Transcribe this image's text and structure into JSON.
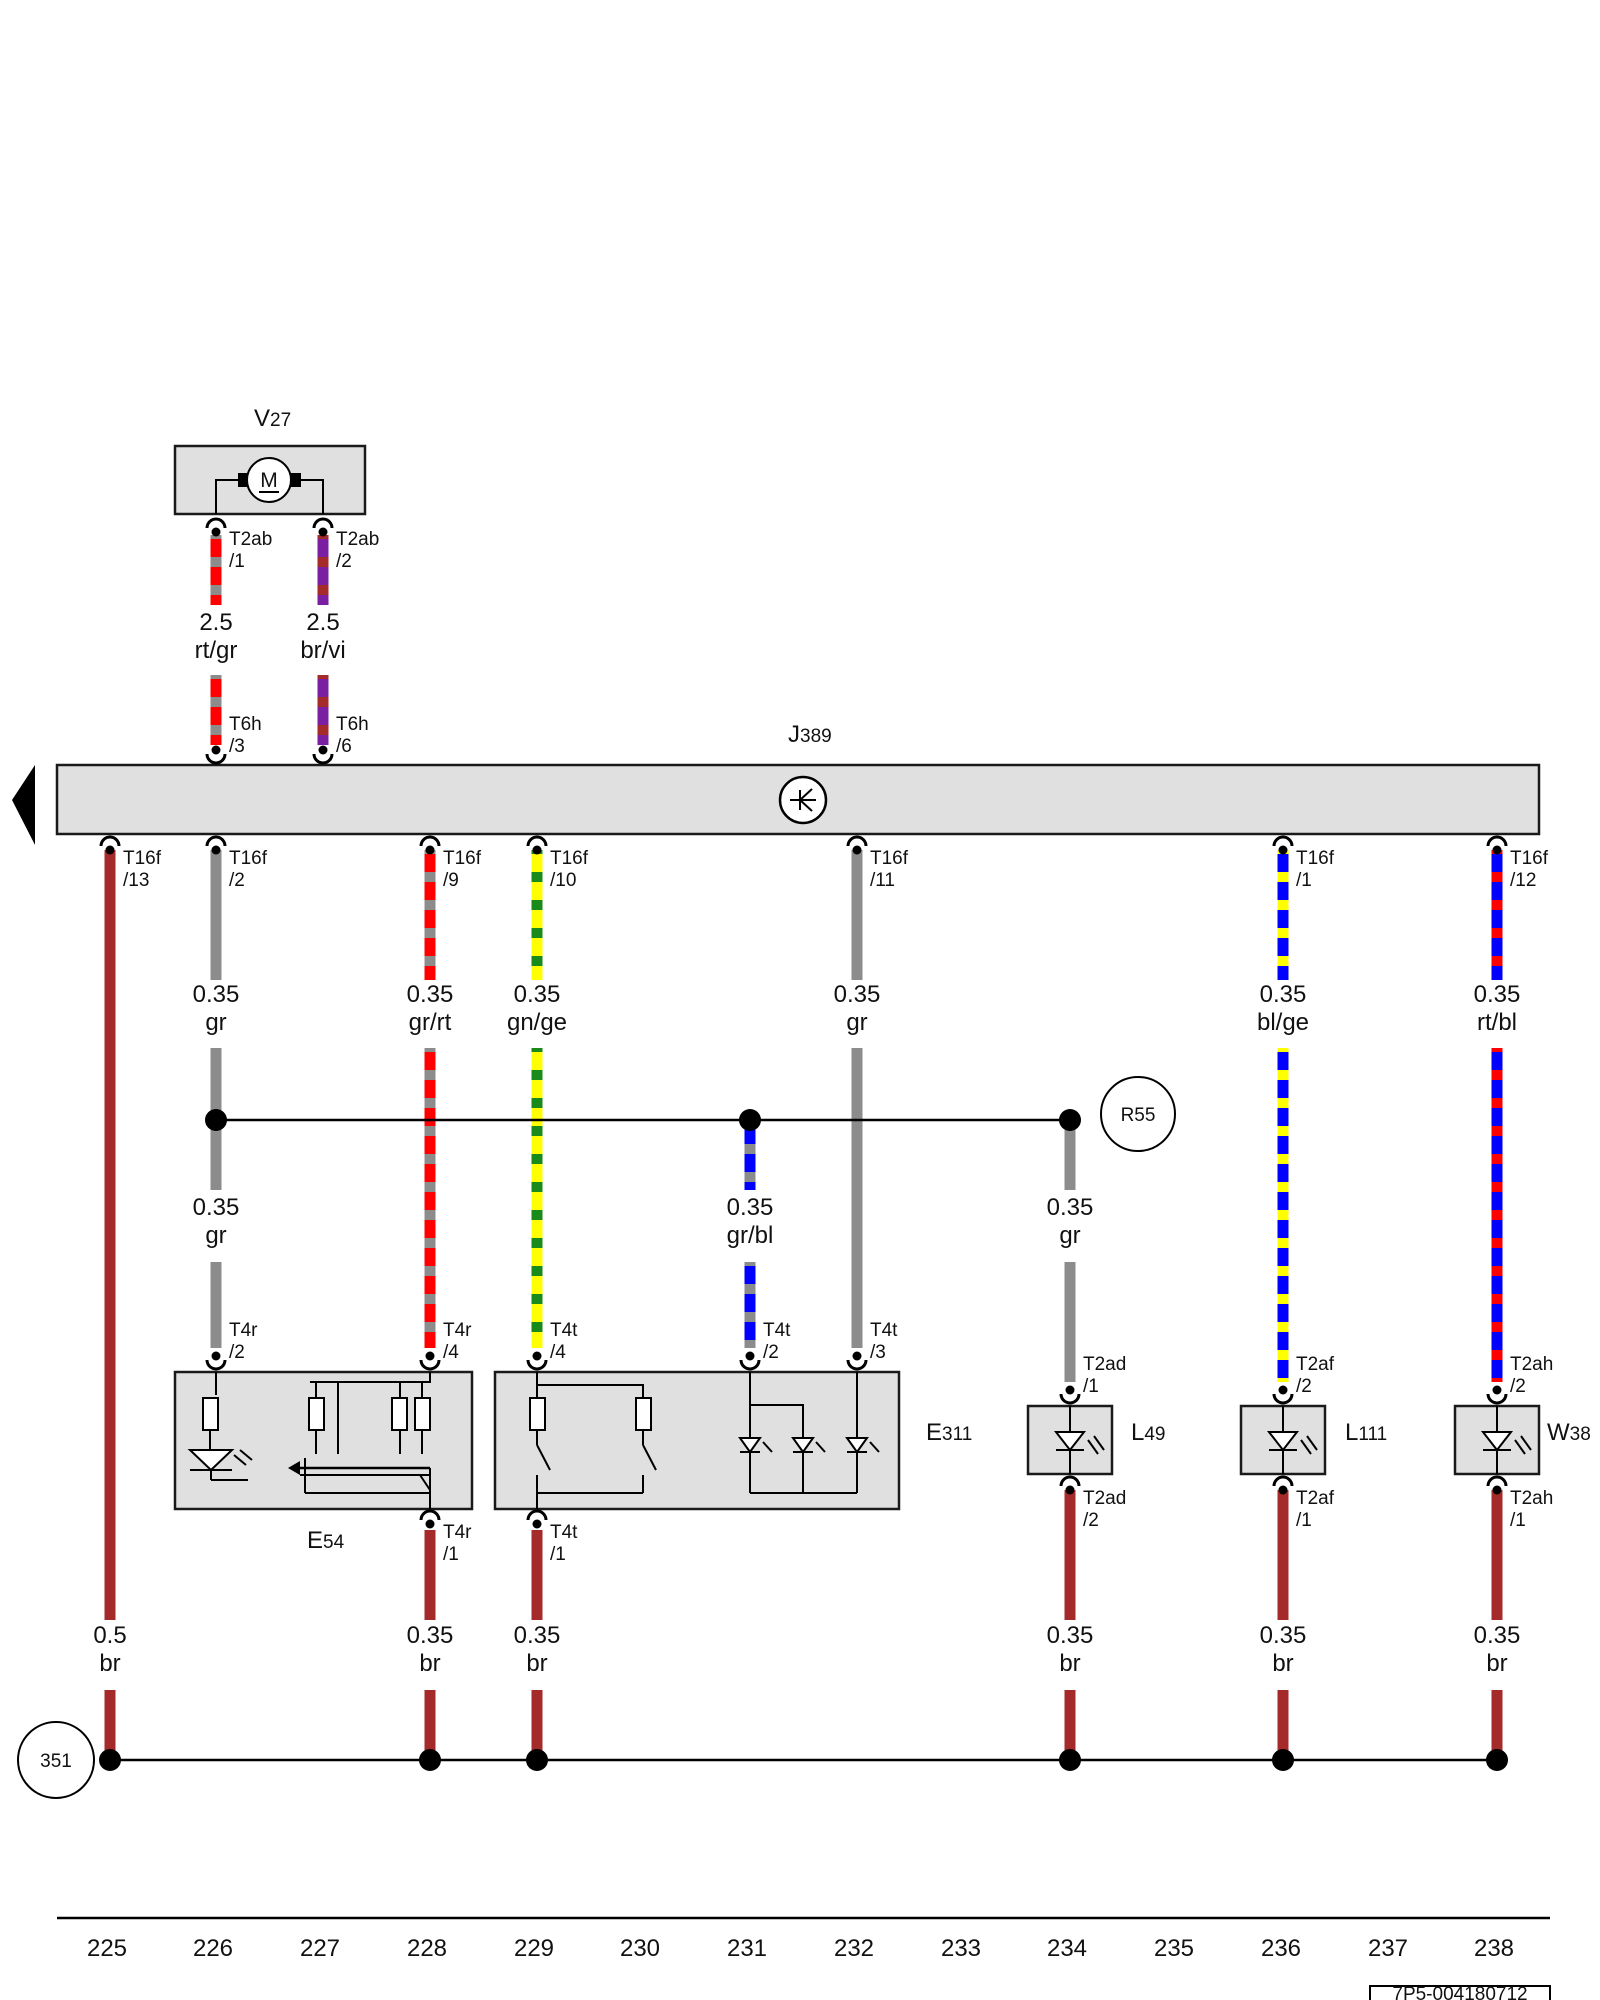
{
  "doc_code": "7P5-004180712",
  "column_numbers": [
    "225",
    "226",
    "227",
    "228",
    "229",
    "230",
    "231",
    "232",
    "233",
    "234",
    "235",
    "236",
    "237",
    "238"
  ],
  "colors": {
    "rt": "#ff0000",
    "gr": "#8c8c8c",
    "br": "#a52a2a",
    "vi": "#7a1fa2",
    "gn": "#1a8a1a",
    "ge": "#ffff00",
    "bl": "#0000ff"
  },
  "components": {
    "V27": {
      "name": "V",
      "sub": "27",
      "icon": "motor-icon",
      "symbol": "M"
    },
    "J389": {
      "name": "J",
      "sub": "389"
    },
    "E54": {
      "name": "E",
      "sub": "54"
    },
    "E311": {
      "name": "E",
      "sub": "311"
    },
    "L49": {
      "name": "L",
      "sub": "49"
    },
    "L111": {
      "name": "L",
      "sub": "111"
    },
    "W38": {
      "name": "W",
      "sub": "38"
    }
  },
  "refs": {
    "R55": "R55",
    "n351": "351"
  },
  "connectors": {
    "t2ab_1": {
      "name": "T2ab",
      "pin": "/1"
    },
    "t2ab_2": {
      "name": "T2ab",
      "pin": "/2"
    },
    "t6h_3": {
      "name": "T6h",
      "pin": "/3"
    },
    "t6h_6": {
      "name": "T6h",
      "pin": "/6"
    },
    "t16f_13": {
      "name": "T16f",
      "pin": "/13"
    },
    "t16f_2": {
      "name": "T16f",
      "pin": "/2"
    },
    "t16f_9": {
      "name": "T16f",
      "pin": "/9"
    },
    "t16f_10": {
      "name": "T16f",
      "pin": "/10"
    },
    "t16f_11": {
      "name": "T16f",
      "pin": "/11"
    },
    "t16f_1": {
      "name": "T16f",
      "pin": "/1"
    },
    "t16f_12": {
      "name": "T16f",
      "pin": "/12"
    },
    "t4r_2": {
      "name": "T4r",
      "pin": "/2"
    },
    "t4r_4": {
      "name": "T4r",
      "pin": "/4"
    },
    "t4r_1": {
      "name": "T4r",
      "pin": "/1"
    },
    "t4t_4": {
      "name": "T4t",
      "pin": "/4"
    },
    "t4t_2": {
      "name": "T4t",
      "pin": "/2"
    },
    "t4t_3": {
      "name": "T4t",
      "pin": "/3"
    },
    "t4t_1": {
      "name": "T4t",
      "pin": "/1"
    },
    "t2ad_1": {
      "name": "T2ad",
      "pin": "/1"
    },
    "t2ad_2": {
      "name": "T2ad",
      "pin": "/2"
    },
    "t2af_2": {
      "name": "T2af",
      "pin": "/2"
    },
    "t2af_1": {
      "name": "T2af",
      "pin": "/1"
    },
    "t2ah_2": {
      "name": "T2ah",
      "pin": "/2"
    },
    "t2ah_1": {
      "name": "T2ah",
      "pin": "/1"
    }
  },
  "wires": {
    "v27_1": {
      "size": "2.5",
      "color": "rt/gr"
    },
    "v27_2": {
      "size": "2.5",
      "color": "br/vi"
    },
    "c225": {
      "size": "0.5",
      "color": "br"
    },
    "c226a": {
      "size": "0.35",
      "color": "gr"
    },
    "c226b": {
      "size": "0.35",
      "color": "gr"
    },
    "c228a": {
      "size": "0.35",
      "color": "gr/rt"
    },
    "c228b": {
      "size": "0.35",
      "color": "br"
    },
    "c229a": {
      "size": "0.35",
      "color": "gn/ge"
    },
    "c229b": {
      "size": "0.35",
      "color": "br"
    },
    "c231": {
      "size": "0.35",
      "color": "gr/bl"
    },
    "c232": {
      "size": "0.35",
      "color": "gr"
    },
    "c234a": {
      "size": "0.35",
      "color": "gr"
    },
    "c234b": {
      "size": "0.35",
      "color": "br"
    },
    "c236a": {
      "size": "0.35",
      "color": "bl/ge"
    },
    "c236b": {
      "size": "0.35",
      "color": "br"
    },
    "c238a": {
      "size": "0.35",
      "color": "rt/bl"
    },
    "c238b": {
      "size": "0.35",
      "color": "br"
    }
  }
}
